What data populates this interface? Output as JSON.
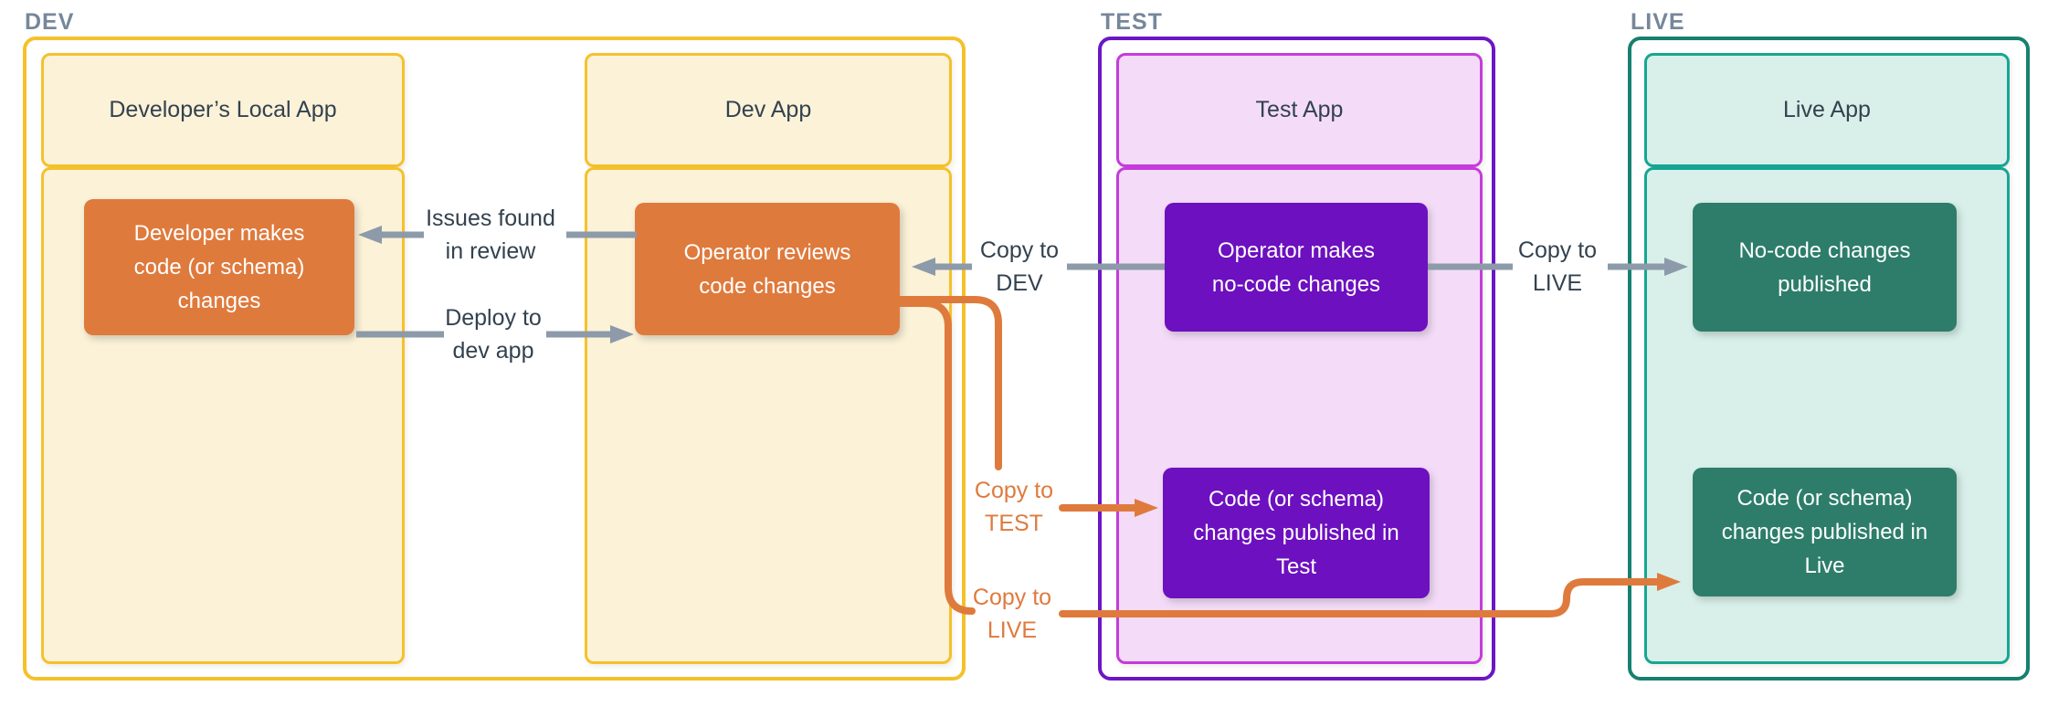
{
  "diagram": {
    "sections": [
      {
        "label": "DEV",
        "apps": [
          {
            "title": "Developer’s Local App",
            "nodes": [
              {
                "text_lines": [
                  "Developer makes",
                  "code (or schema)",
                  "changes"
                ]
              }
            ]
          },
          {
            "title": "Dev App",
            "nodes": [
              {
                "text_lines": [
                  "Operator reviews",
                  "code changes"
                ]
              }
            ]
          }
        ]
      },
      {
        "label": "TEST",
        "apps": [
          {
            "title": "Test App",
            "nodes": [
              {
                "text_lines": [
                  "Operator makes",
                  "no-code changes"
                ]
              },
              {
                "text_lines": [
                  "Code (or schema)",
                  "changes published in",
                  "Test"
                ]
              }
            ]
          }
        ]
      },
      {
        "label": "LIVE",
        "apps": [
          {
            "title": "Live App",
            "nodes": [
              {
                "text_lines": [
                  "No-code changes",
                  "published"
                ]
              },
              {
                "text_lines": [
                  "Code (or schema)",
                  "changes published in",
                  "Live"
                ]
              }
            ]
          }
        ]
      }
    ],
    "arrow_labels": {
      "issues_found": {
        "lines": [
          "Issues found",
          "in review"
        ]
      },
      "deploy_dev": {
        "lines": [
          "Deploy to",
          "dev app"
        ]
      },
      "copy_to_dev": {
        "lines": [
          "Copy to",
          "DEV"
        ]
      },
      "copy_to_live_top": {
        "lines": [
          "Copy to",
          "LIVE"
        ]
      },
      "copy_to_test": {
        "lines": [
          "Copy to",
          "TEST"
        ]
      },
      "copy_to_live_bottom": {
        "lines": [
          "Copy to",
          "LIVE"
        ]
      }
    },
    "colors": {
      "dev_border": "#F5C12B",
      "dev_fill": "#FBF2D8",
      "dev_node": "#DF7A3D",
      "test_outer_border": "#6C16C4",
      "test_inner_border": "#C63BDC",
      "test_fill": "#F4DCF8",
      "test_node": "#6D10BF",
      "live_outer_border": "#17806F",
      "live_inner_border": "#16A693",
      "live_fill": "#D9F0EA",
      "live_node": "#2D7D6A",
      "arrow_gray": "#8C9AA9",
      "arrow_orange": "#DF7A3D",
      "label_dark": "#33424F",
      "section_label": "#76879B"
    }
  }
}
